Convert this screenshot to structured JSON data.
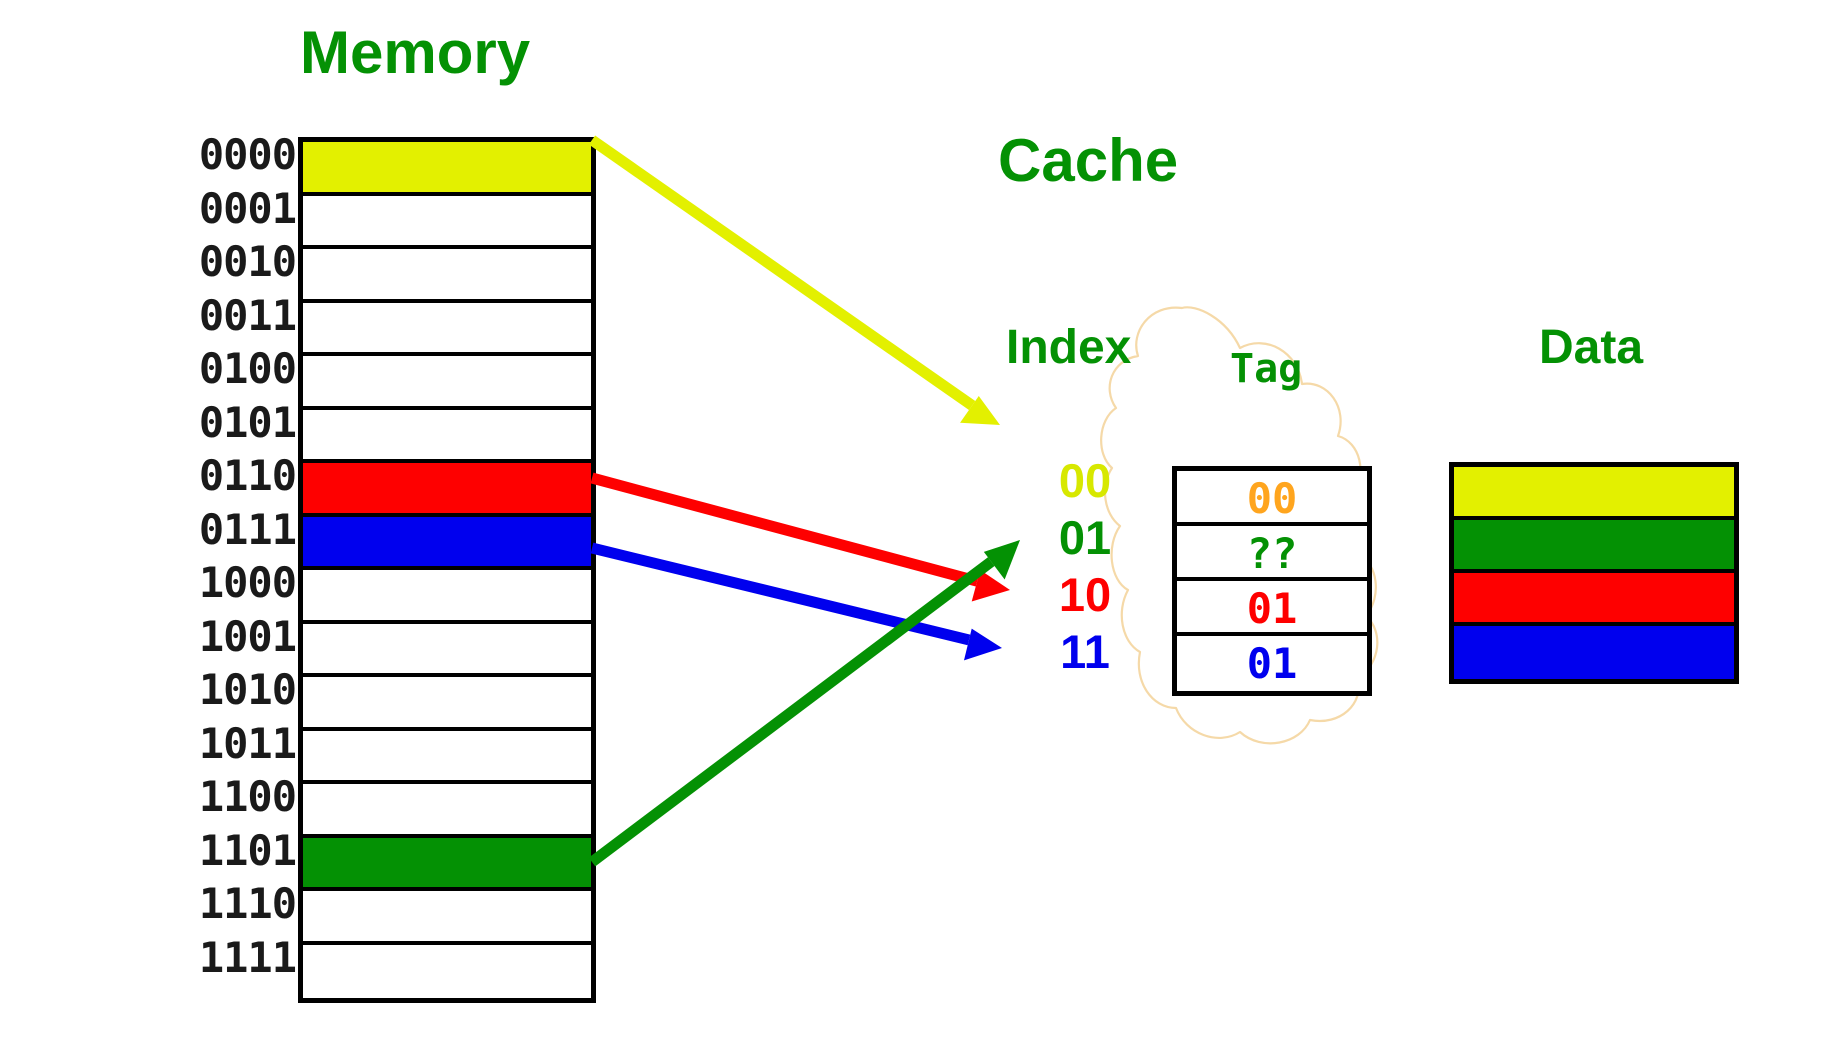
{
  "titles": {
    "memory": "Memory",
    "cache": "Cache",
    "index": "Index",
    "tag": "Tag",
    "data": "Data"
  },
  "colors": {
    "label_green": "#049104",
    "yellow": "#e3f000",
    "green": "#049104",
    "red": "#fe0000",
    "blue": "#0000ee",
    "orange": "#ffa51e",
    "outline": "#000000",
    "cloud": "#f7d9a0"
  },
  "memory": {
    "rows": [
      {
        "address": "0000",
        "fill": "#e3f000"
      },
      {
        "address": "0001",
        "fill": "#ffffff"
      },
      {
        "address": "0010",
        "fill": "#ffffff"
      },
      {
        "address": "0011",
        "fill": "#ffffff"
      },
      {
        "address": "0100",
        "fill": "#ffffff"
      },
      {
        "address": "0101",
        "fill": "#ffffff"
      },
      {
        "address": "0110",
        "fill": "#fe0000"
      },
      {
        "address": "0111",
        "fill": "#0000ee"
      },
      {
        "address": "1000",
        "fill": "#ffffff"
      },
      {
        "address": "1001",
        "fill": "#ffffff"
      },
      {
        "address": "1010",
        "fill": "#ffffff"
      },
      {
        "address": "1011",
        "fill": "#ffffff"
      },
      {
        "address": "1100",
        "fill": "#ffffff"
      },
      {
        "address": "1101",
        "fill": "#049104"
      },
      {
        "address": "1110",
        "fill": "#ffffff"
      },
      {
        "address": "1111",
        "fill": "#ffffff"
      }
    ]
  },
  "cache": {
    "index_values": [
      {
        "value": "00",
        "color": "#d7e800"
      },
      {
        "value": "01",
        "color": "#049104"
      },
      {
        "value": "10",
        "color": "#fe0000"
      },
      {
        "value": "11",
        "color": "#0000ee"
      }
    ],
    "tag_values": [
      {
        "value": "00",
        "color": "#ffa51e"
      },
      {
        "value": "??",
        "color": "#049104"
      },
      {
        "value": "01",
        "color": "#fe0000"
      },
      {
        "value": "01",
        "color": "#0000ee"
      }
    ],
    "data_rows": [
      {
        "fill": "#e3f000"
      },
      {
        "fill": "#049104"
      },
      {
        "fill": "#fe0000"
      },
      {
        "fill": "#0000ee"
      }
    ]
  },
  "arrows": [
    {
      "name": "yellow-arrow",
      "from_address": "0000",
      "to_index": "00",
      "color": "#e3f000"
    },
    {
      "name": "red-arrow",
      "from_address": "0110",
      "to_index": "10",
      "color": "#fe0000"
    },
    {
      "name": "blue-arrow",
      "from_address": "0111",
      "to_index": "11",
      "color": "#0000ee"
    },
    {
      "name": "green-arrow",
      "from_address": "1101",
      "to_index": "01",
      "color": "#049104"
    }
  ]
}
